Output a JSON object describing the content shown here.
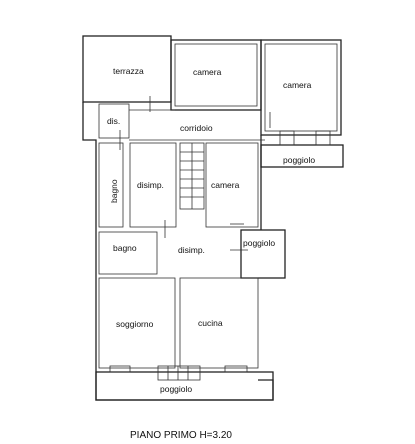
{
  "rooms": {
    "terrazza": "terrazza",
    "camera_top_left": "camera",
    "camera_top_right": "camera",
    "dis": "dis.",
    "corridoio": "corridoio",
    "poggiolo_top": "poggiolo",
    "bagno_vertical": "bagno",
    "disimp_upper": "disimp.",
    "camera_center": "camera",
    "bagno_lower": "bagno",
    "disimp_lower": "disimp.",
    "poggiolo_right": "poggiolo",
    "soggiorno": "soggiorno",
    "cucina": "cucina",
    "poggiolo_bottom": "poggiolo"
  },
  "caption": "PIANO PRIMO H=3.20"
}
